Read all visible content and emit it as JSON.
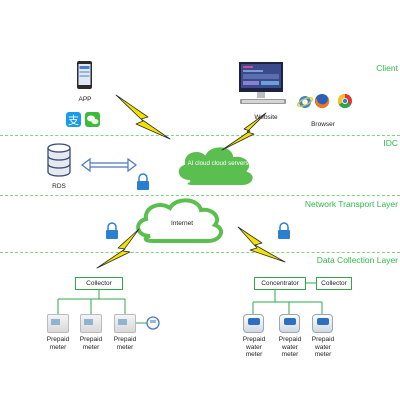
{
  "layers": {
    "client": "Client",
    "idc": "IDC",
    "network": "Network Transport Layer",
    "data": "Data Collection Layer"
  },
  "client": {
    "app_label": "APP",
    "website_label": "Website",
    "browser_label": "Browser"
  },
  "idc": {
    "rds_label": "RDS",
    "cloud_label": "AI cloud  cloud servers"
  },
  "network": {
    "internet_label": "Internet"
  },
  "collection": {
    "left_collector": "Collector",
    "concentrator": "Concentrator",
    "right_collector": "Collector",
    "prepaid_meters": [
      "Prepaid\nmeter",
      "Prepaid\nmeter",
      "Prepaid\nmeter"
    ],
    "water_meters": [
      "Prepaid\nwater\nmeter",
      "Prepaid\nwater\nmeter",
      "Prepaid\nwater\nmeter"
    ]
  },
  "colors": {
    "accent": "#2fb84a",
    "cloud_fill": "#5bbf4f",
    "bolt": "#f2e200",
    "lock": "#2a7fd0"
  },
  "icons": [
    "smartphone-icon",
    "alipay-icon",
    "wechat-pay-icon",
    "computer-icon",
    "ie-icon",
    "firefox-icon",
    "chrome-icon",
    "database-icon",
    "lock-icon",
    "lightning-icon",
    "cloud-icon",
    "electric-meter-icon",
    "water-meter-icon"
  ]
}
